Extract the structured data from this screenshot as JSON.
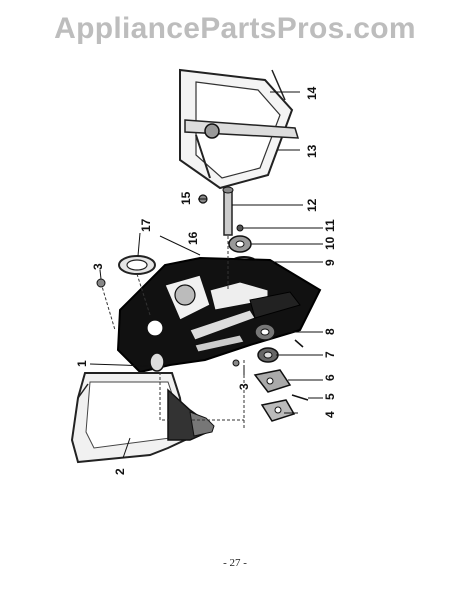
{
  "watermark": "AppliancePartsPros.com",
  "page_number": "- 27 -",
  "callouts": [
    "1",
    "2",
    "3",
    "3",
    "4",
    "5",
    "6",
    "7",
    "8",
    "9",
    "10",
    "11",
    "12",
    "13",
    "14",
    "15",
    "16",
    "17"
  ]
}
